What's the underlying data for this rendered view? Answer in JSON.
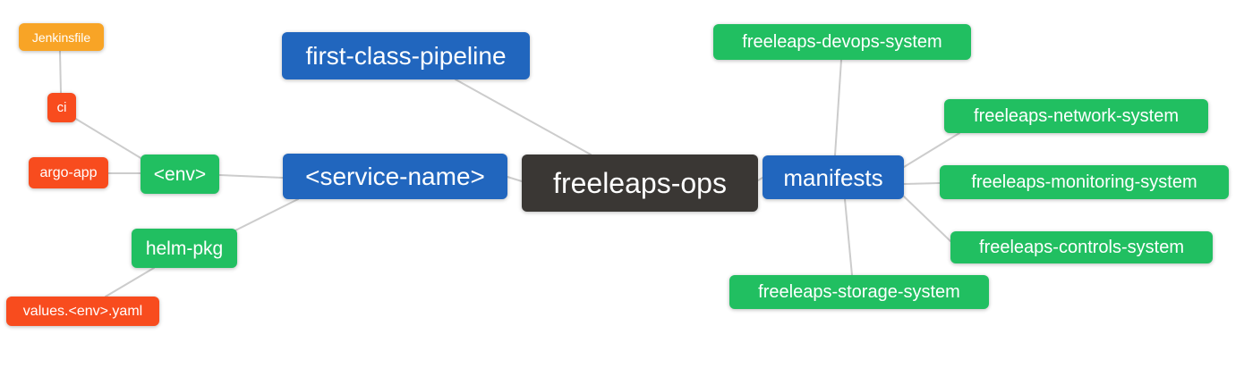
{
  "palette": {
    "blue": "#2166be",
    "green": "#21bf61",
    "red": "#f84c1e",
    "orange": "#f8a426",
    "dark": "#3a3734",
    "edge": "#cccccc",
    "background": "#ffffff",
    "node_text": "#ffffff"
  },
  "nodes": [
    {
      "id": "jenkinsfile",
      "label": "Jenkinsfile",
      "color": "orange"
    },
    {
      "id": "ci",
      "label": "ci",
      "color": "red"
    },
    {
      "id": "argo-app",
      "label": "argo-app",
      "color": "red"
    },
    {
      "id": "env",
      "label": "<env>",
      "color": "green"
    },
    {
      "id": "helm-pkg",
      "label": "helm-pkg",
      "color": "green"
    },
    {
      "id": "values-env-yaml",
      "label": "values.<env>.yaml",
      "color": "red"
    },
    {
      "id": "first-class-pipeline",
      "label": "first-class-pipeline",
      "color": "blue"
    },
    {
      "id": "service-name",
      "label": "<service-name>",
      "color": "blue"
    },
    {
      "id": "freeleaps-ops",
      "label": "freeleaps-ops",
      "color": "dark"
    },
    {
      "id": "manifests",
      "label": "manifests",
      "color": "blue"
    },
    {
      "id": "freeleaps-devops-system",
      "label": "freeleaps-devops-system",
      "color": "green"
    },
    {
      "id": "freeleaps-network-system",
      "label": "freeleaps-network-system",
      "color": "green"
    },
    {
      "id": "freeleaps-monitoring-system",
      "label": "freeleaps-monitoring-system",
      "color": "green"
    },
    {
      "id": "freeleaps-controls-system",
      "label": "freeleaps-controls-system",
      "color": "green"
    },
    {
      "id": "freeleaps-storage-system",
      "label": "freeleaps-storage-system",
      "color": "green"
    }
  ],
  "edges": [
    {
      "from": "jenkinsfile",
      "to": "ci"
    },
    {
      "from": "ci",
      "to": "env"
    },
    {
      "from": "argo-app",
      "to": "env"
    },
    {
      "from": "env",
      "to": "service-name"
    },
    {
      "from": "helm-pkg",
      "to": "service-name"
    },
    {
      "from": "values-env-yaml",
      "to": "helm-pkg"
    },
    {
      "from": "first-class-pipeline",
      "to": "freeleaps-ops"
    },
    {
      "from": "service-name",
      "to": "freeleaps-ops"
    },
    {
      "from": "freeleaps-ops",
      "to": "manifests"
    },
    {
      "from": "manifests",
      "to": "freeleaps-devops-system"
    },
    {
      "from": "manifests",
      "to": "freeleaps-network-system"
    },
    {
      "from": "manifests",
      "to": "freeleaps-monitoring-system"
    },
    {
      "from": "manifests",
      "to": "freeleaps-controls-system"
    },
    {
      "from": "manifests",
      "to": "freeleaps-storage-system"
    }
  ]
}
